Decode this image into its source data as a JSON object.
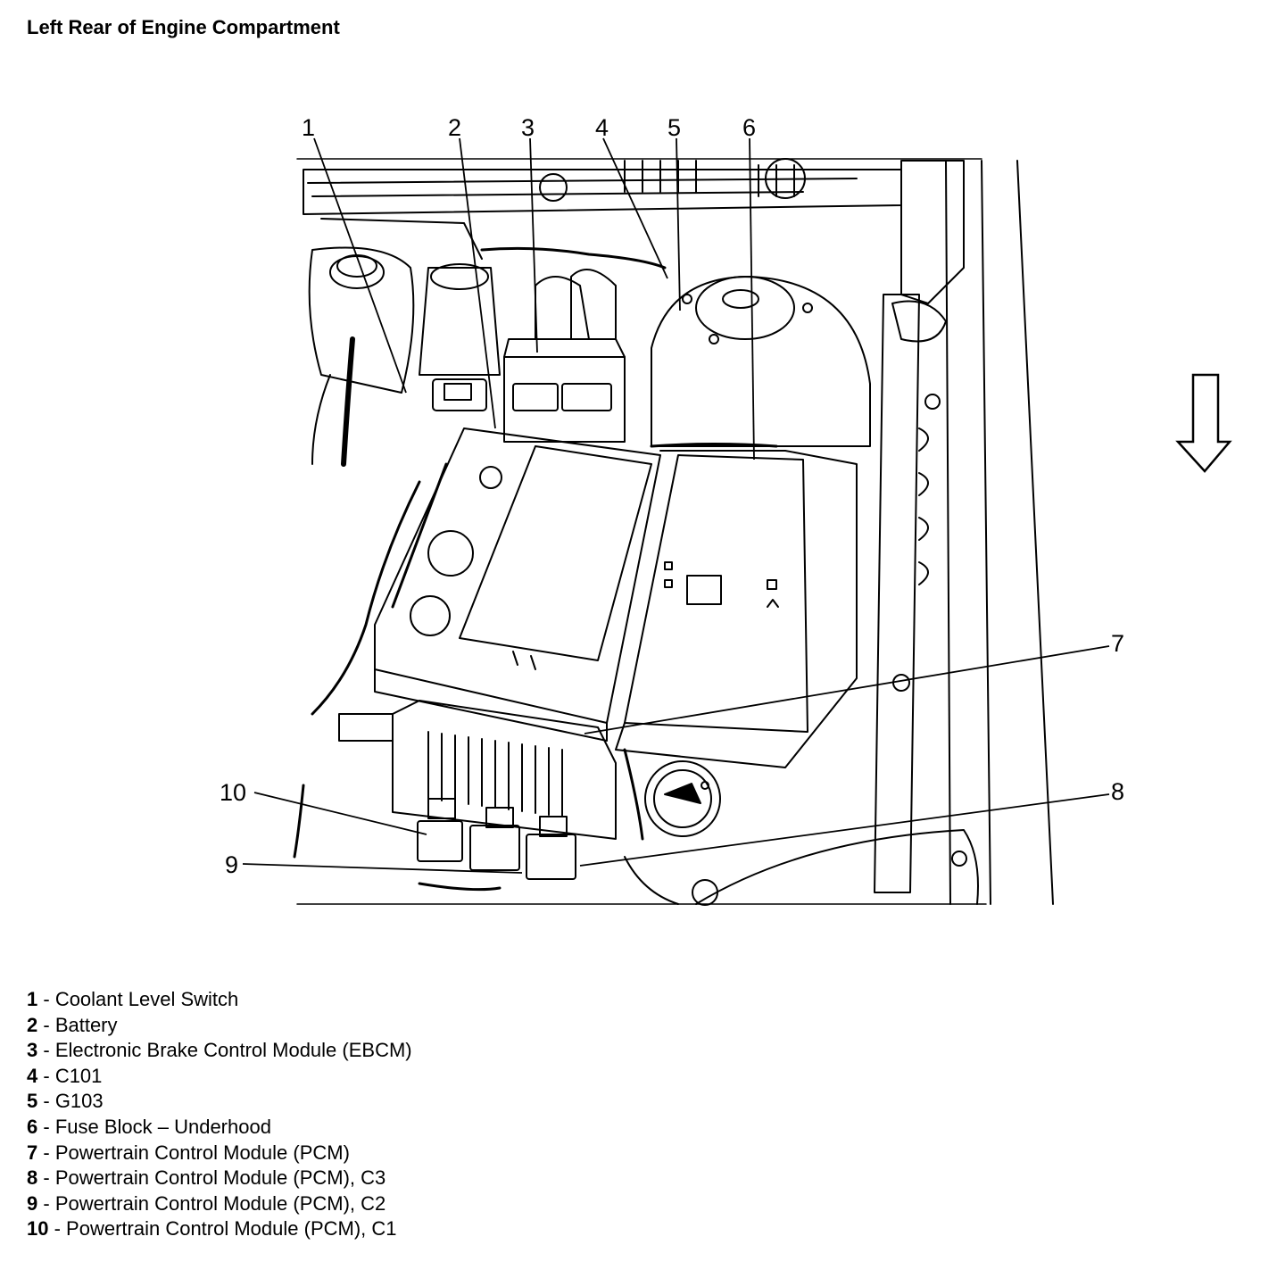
{
  "title": "Left Rear of Engine Compartment",
  "callouts": [
    {
      "num": "1",
      "desc": "Coolant Level Switch"
    },
    {
      "num": "2",
      "desc": "Battery"
    },
    {
      "num": "3",
      "desc": "Electronic Brake Control Module (EBCM)"
    },
    {
      "num": "4",
      "desc": "C101"
    },
    {
      "num": "5",
      "desc": "G103"
    },
    {
      "num": "6",
      "desc": "Fuse Block – Underhood"
    },
    {
      "num": "7",
      "desc": "Powertrain Control Module (PCM)"
    },
    {
      "num": "8",
      "desc": "Powertrain Control Module (PCM), C3"
    },
    {
      "num": "9",
      "desc": "Powertrain Control Module (PCM), C2"
    },
    {
      "num": "10",
      "desc": "Powertrain Control Module (PCM), C1"
    }
  ],
  "separator": " - ",
  "icons": {
    "direction_arrow": "arrow-down-icon"
  }
}
